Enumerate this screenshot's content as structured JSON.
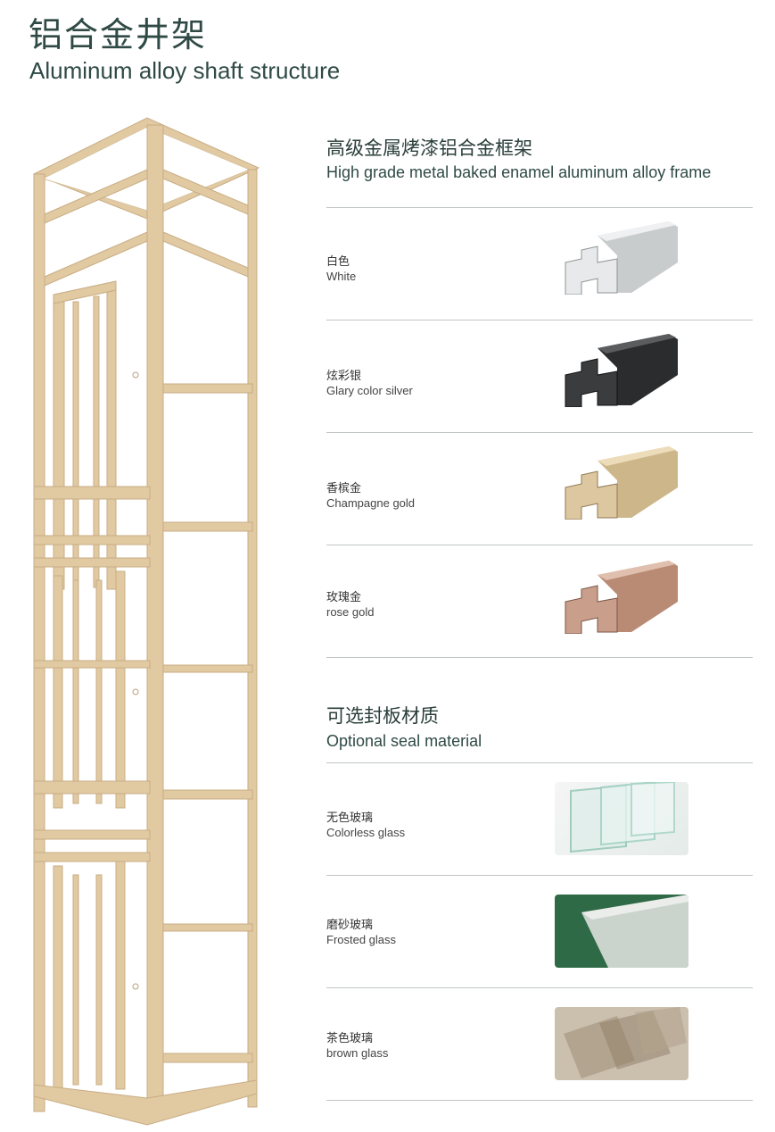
{
  "header": {
    "title_cn": "铝合金井架",
    "title_en": "Aluminum alloy shaft structure"
  },
  "frame_section": {
    "title_cn": "高级金属烤漆铝合金框架",
    "title_en": "High grade metal baked enamel aluminum alloy frame",
    "items": [
      {
        "cn": "白色",
        "en": "White",
        "color": "#d8dadb"
      },
      {
        "cn": "炫彩银",
        "en": "Glary color silver",
        "color": "#2e2f30"
      },
      {
        "cn": "香槟金",
        "en": "Champagne gold",
        "color": "#d2bb8e"
      },
      {
        "cn": "玫瑰金",
        "en": "rose gold",
        "color": "#bf8f7a"
      }
    ]
  },
  "seal_section": {
    "title_cn": "可选封板材质",
    "title_en": "Optional seal material",
    "items": [
      {
        "cn": "无色玻璃",
        "en": "Colorless glass",
        "color": "#eef3f1"
      },
      {
        "cn": "磨砂玻璃",
        "en": "Frosted glass",
        "color": "#2f6b46"
      },
      {
        "cn": "茶色玻璃",
        "en": "brown glass",
        "color": "#c9bcaa"
      }
    ]
  },
  "colors": {
    "frame": "#ddc49c",
    "accent_text": "#2f4a45"
  }
}
